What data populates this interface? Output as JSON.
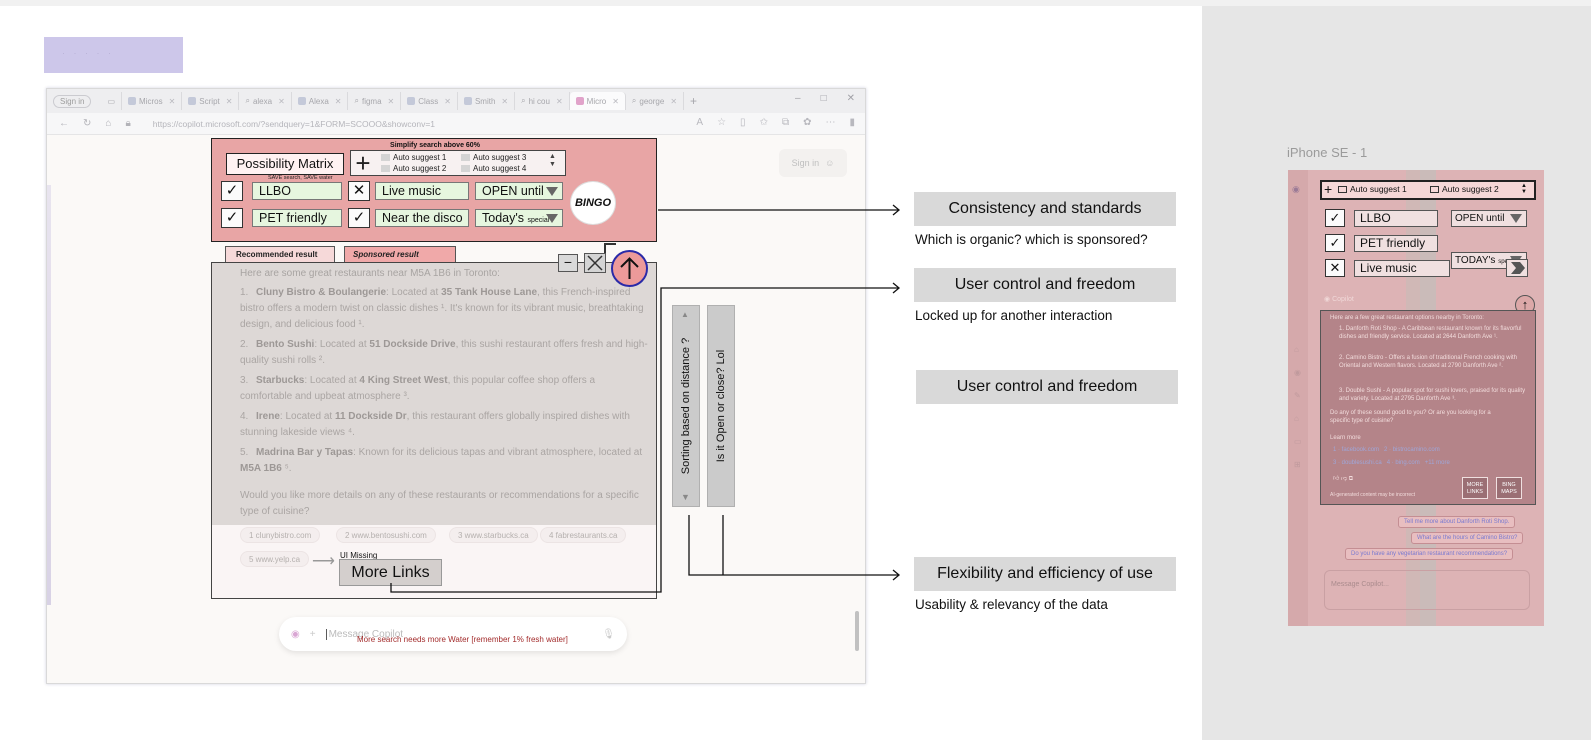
{
  "browser": {
    "signin_pill": "Sign in",
    "tabs": [
      {
        "label": "Micros",
        "icon": "copilot-icon"
      },
      {
        "label": "Script",
        "icon": "page-icon"
      },
      {
        "label": "alexa",
        "icon": "search-icon"
      },
      {
        "label": "Alexa",
        "icon": "page-icon"
      },
      {
        "label": "figma",
        "icon": "search-icon"
      },
      {
        "label": "Class",
        "icon": "page-icon"
      },
      {
        "label": "Smith",
        "icon": "page-icon"
      },
      {
        "label": "hi cou",
        "icon": "search-icon"
      },
      {
        "label": "Micro",
        "icon": "copilot-icon"
      },
      {
        "label": "george",
        "icon": "search-icon"
      }
    ],
    "url": "https://copilot.microsoft.com/?sendquery=1&FORM=SCOOO&showconv=1",
    "page_signin": "Sign in",
    "message_placeholder": "Message Copilot",
    "water_note": "More search needs more Water [remember 1% fresh water]"
  },
  "matrix": {
    "header": "Simplify search above 60%",
    "title": "Possibility Matrix",
    "subtitle": "SAVE search, SAVE water",
    "suggestions": [
      "Auto suggest 1",
      "Auto suggest 2",
      "Auto suggest 3",
      "Auto suggest 4"
    ],
    "row1": {
      "check": "✓",
      "field": "LLBO",
      "x": "✕",
      "field2": "Live music",
      "dropdown": "OPEN until"
    },
    "row2": {
      "check": "✓",
      "field": "PET friendly",
      "check2": "✓",
      "field2": "Near the disco",
      "dropdown": "Today's",
      "dropdown_small": "special"
    },
    "bingo": "BINGO"
  },
  "results": {
    "tab_recommended": "Recommended result",
    "tab_sponsored": "Sponsored result",
    "intro": "Here are some great restaurants near M5A 1B6 in Toronto:",
    "items": [
      {
        "num": "1.",
        "name": "Cluny Bistro & Boulangerie",
        "l1": ": Located at ",
        "addr": "35 Tank House Lane",
        "l2": ", this French-inspired bistro offers a modern twist on classic dishes ¹. It's known for its vibrant music, breathtaking design, and delicious food ¹."
      },
      {
        "num": "2.",
        "name": "Bento Sushi",
        "l1": ": Located at ",
        "addr": "51 Dockside Drive",
        "l2": ", this sushi restaurant offers fresh and high-quality sushi rolls ²."
      },
      {
        "num": "3.",
        "name": "Starbucks",
        "l1": ": Located at ",
        "addr": "4 King Street West",
        "l2": ", this popular coffee shop offers a comfortable and upbeat atmosphere ³."
      },
      {
        "num": "4.",
        "name": "Irene",
        "l1": ": Located at ",
        "addr": "11 Dockside Dr",
        "l2": ", this restaurant offers globally inspired dishes with stunning lakeside views ⁴."
      },
      {
        "num": "5.",
        "name": "Madrina Bar y Tapas",
        "l1": ": Known for its delicious tapas and vibrant atmosphere, located at ",
        "addr": "M5A 1B6",
        "l2": " ⁵."
      }
    ],
    "outro": "Would you like more details on any of these restaurants or recommendations for a specific type of cuisine?",
    "links": [
      "1  clunybistro.com",
      "2  www.bentosushi.com",
      "3  www.starbucks.ca",
      "4  fabrestaurants.ca",
      "5  www.yelp.ca"
    ],
    "ui_missing": "UI Missing",
    "more_links": "More Links",
    "min_btn": "−"
  },
  "vertical": {
    "sort": "Sorting based on distance ?",
    "open": "Is it Open or close? Lol"
  },
  "annotations": [
    {
      "title": "Consistency and standards",
      "sub": "Which is organic? which is sponsored?"
    },
    {
      "title": "User control and freedom",
      "sub": "Locked up for another interaction"
    },
    {
      "title": "User control and freedom",
      "sub": ""
    },
    {
      "title": "Flexibility and efficiency of use",
      "sub": "Usability & relevancy of the data"
    }
  ],
  "iphone": {
    "frame_label": "iPhone SE - 1",
    "suggest1": "Auto suggest 1",
    "suggest2": "Auto suggest 2",
    "row1": {
      "field": "LLBO",
      "dropdown": "OPEN until"
    },
    "row2": {
      "field": "PET friendly",
      "dropdown": "TODAY's",
      "dropdown_small": "special"
    },
    "row3": {
      "field": "Live music"
    },
    "copilot": "Copilot",
    "intro": "Here are a few great restaurant options nearby in Toronto:",
    "items": [
      "1. Danforth Roti Shop - A Caribbean restaurant known for its flavorful dishes and friendly service. Located at 2644 Danforth Ave ¹.",
      "2. Camino Bistro - Offers a fusion of traditional French cooking with Oriental and Western flavors. Located at 2790 Danforth Ave ².",
      "3. Double Sushi - A popular spot for sushi lovers, praised for its quality and variety. Located at 2795 Danforth Ave ³."
    ],
    "question": "Do any of these sound good to you? Or are you looking for a specific type of cuisine?",
    "learn_more": "Learn more",
    "more_links": "MORE LINKS",
    "bing_maps": "BING MAPS",
    "ai_note": "AI-generated content may be incorrect",
    "suggestions": [
      "Tell me more about Danforth Roti Shop.",
      "What are the hours of Camino Bistro?",
      "Do you have any vegetarian restaurant recommendations?"
    ],
    "message": "Message Copilot..."
  }
}
